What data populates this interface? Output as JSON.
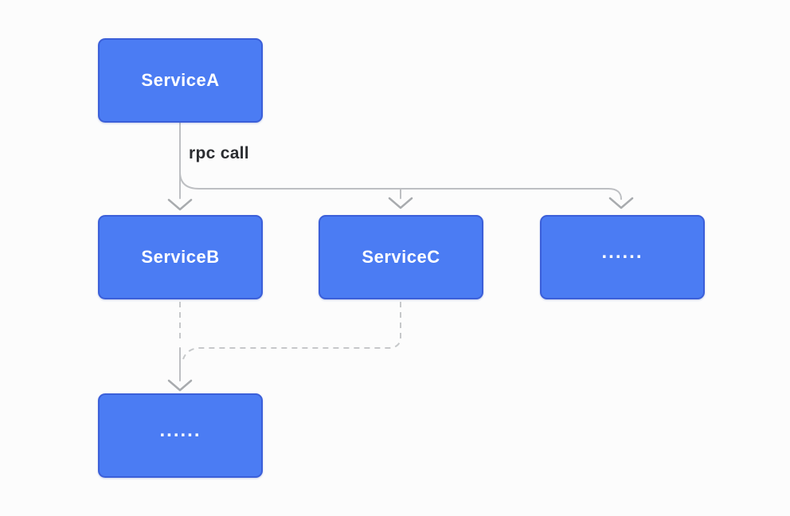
{
  "diagram": {
    "nodes": [
      {
        "id": "service-a",
        "label": "ServiceA"
      },
      {
        "id": "service-b",
        "label": "ServiceB"
      },
      {
        "id": "service-c",
        "label": "ServiceC"
      },
      {
        "id": "others-1",
        "label": "......"
      },
      {
        "id": "others-2",
        "label": "......"
      }
    ],
    "edge_label": "rpc call",
    "edges": [
      {
        "from": "service-a",
        "to": "service-b",
        "style": "solid-arrow",
        "label": "rpc call"
      },
      {
        "from": "service-a",
        "to": "service-c",
        "style": "solid-arrow"
      },
      {
        "from": "service-a",
        "to": "others-1",
        "style": "solid-arrow"
      },
      {
        "from": "service-b",
        "to": "others-2",
        "style": "dashed-arrow"
      },
      {
        "from": "service-c",
        "to": "others-2",
        "style": "dashed-merge"
      }
    ]
  },
  "colors": {
    "background": "#fcfcfc",
    "node_fill": "#4b7cf3",
    "node_border": "#3b5fd9",
    "node_text": "#ffffff",
    "edge_solid": "#bdbfc2",
    "edge_dashed": "#c6c8ca",
    "arrowhead": "#a8abae",
    "label_text": "#2b2d31"
  }
}
